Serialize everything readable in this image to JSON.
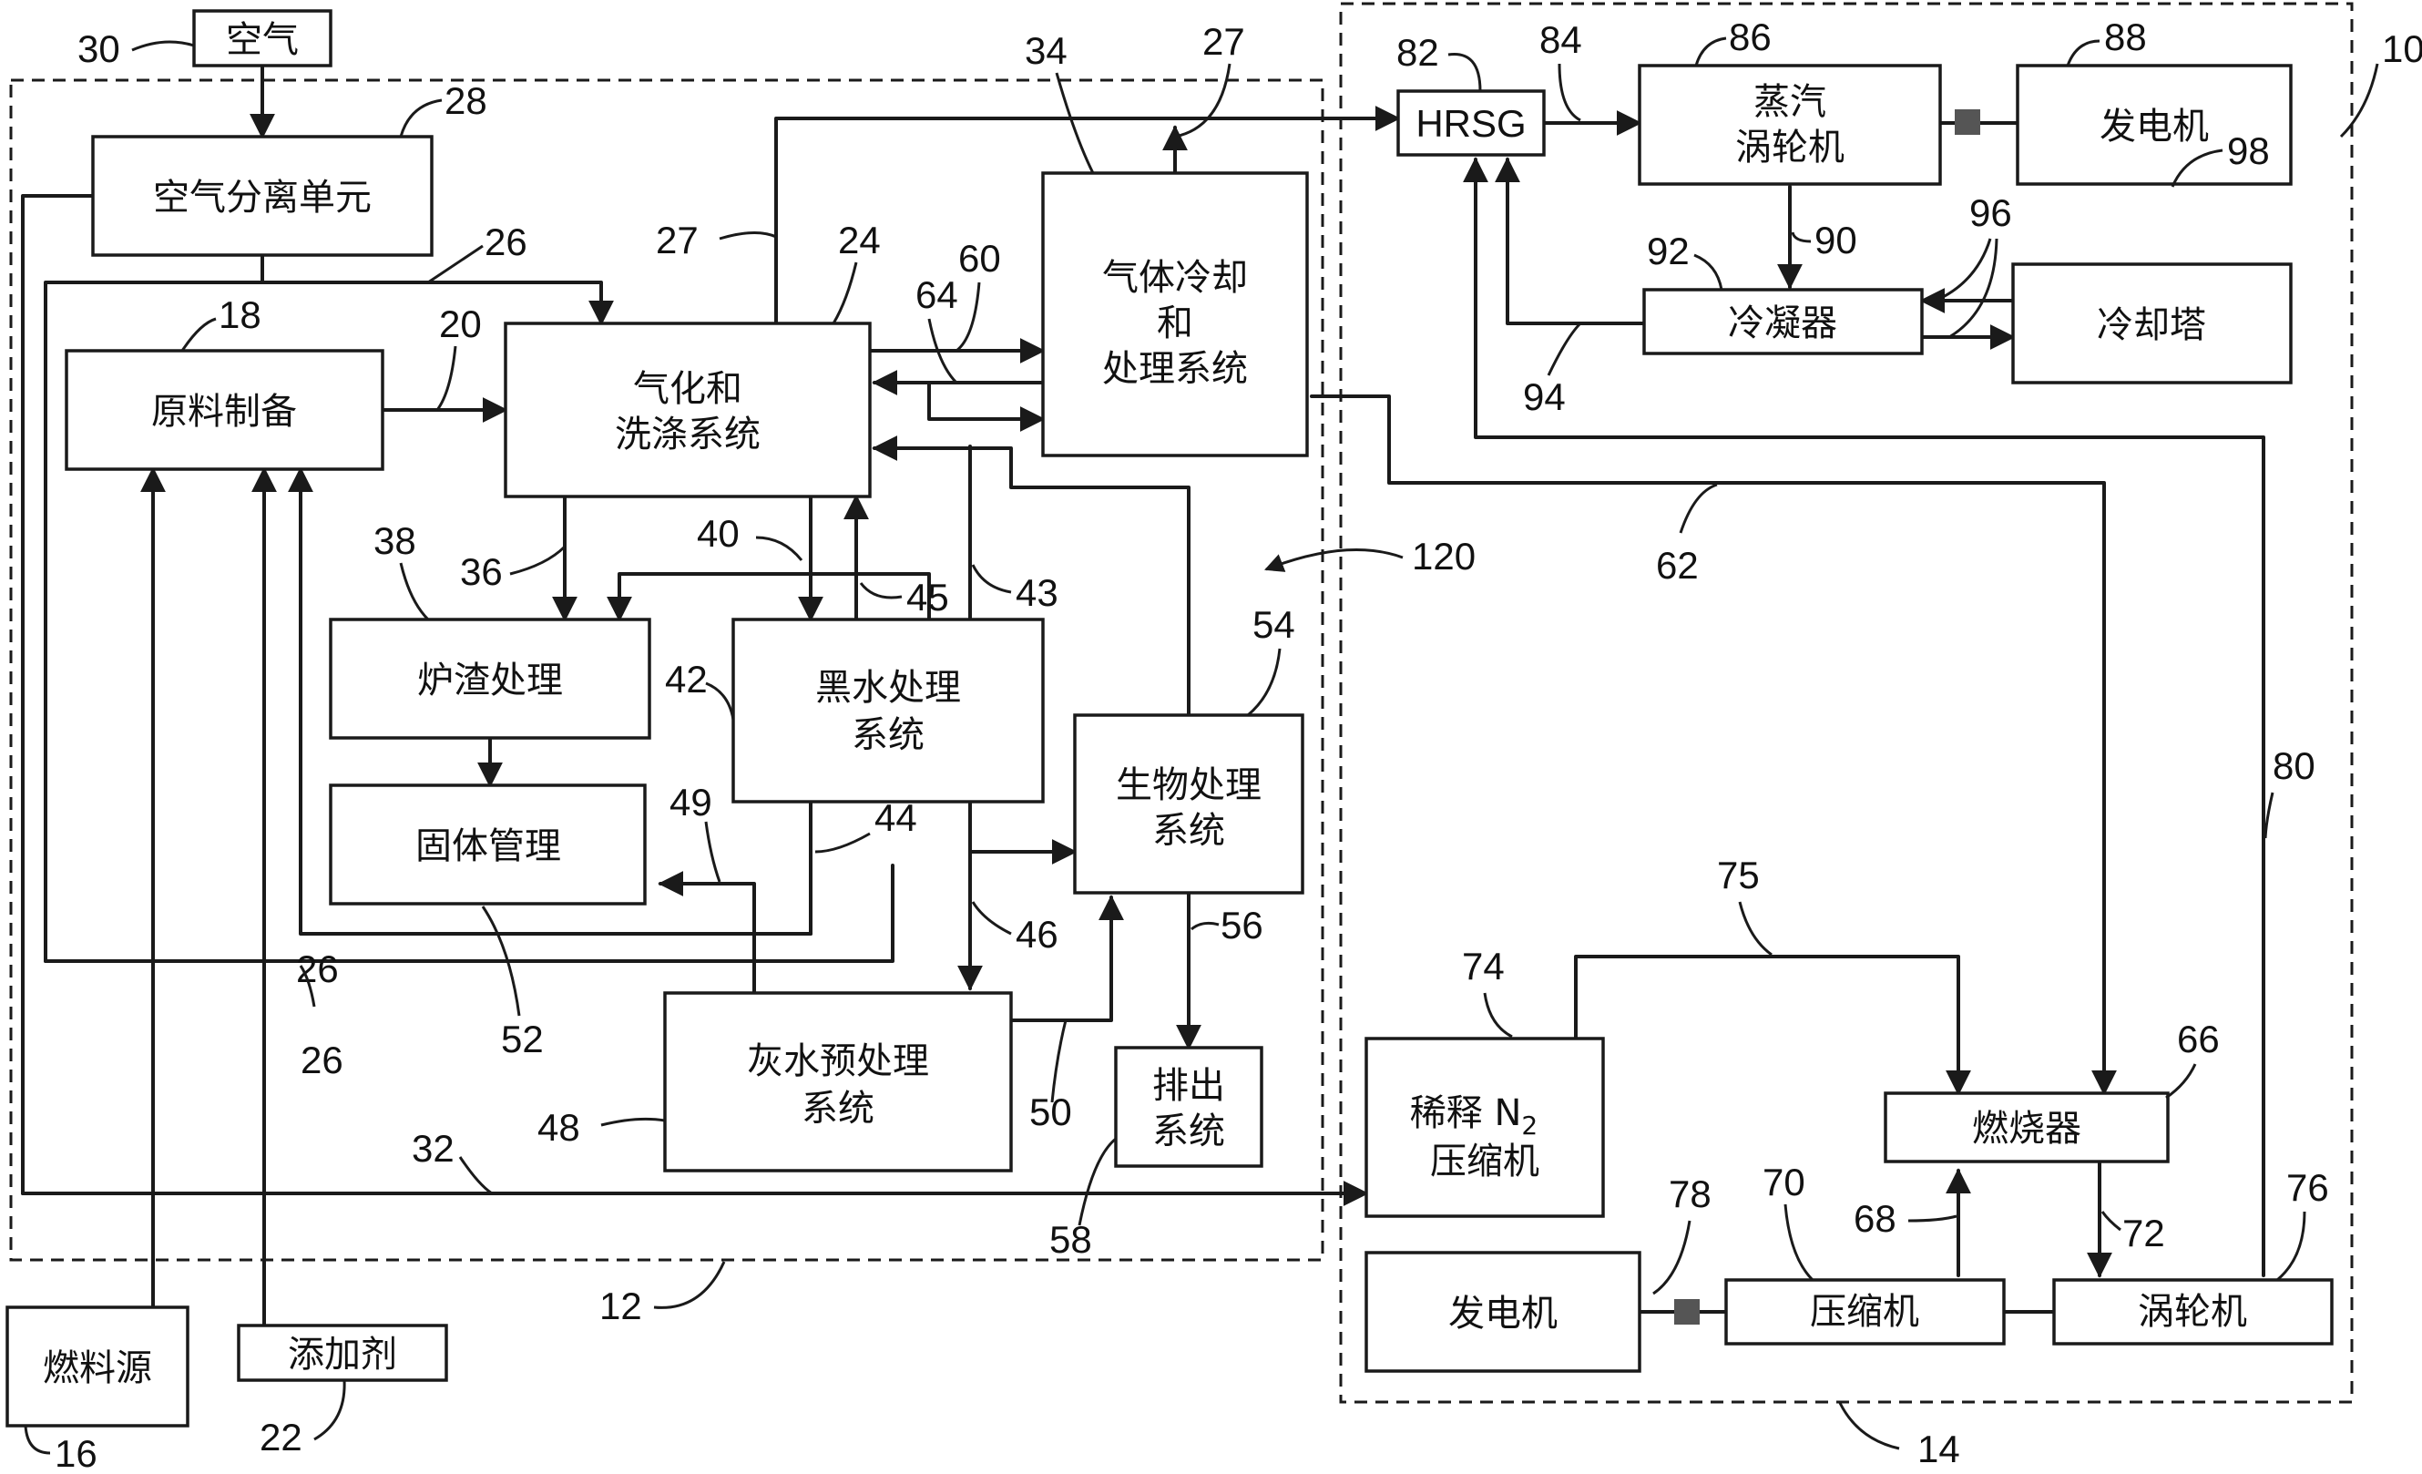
{
  "boxes": {
    "air": "空气",
    "asu": "空气分离单元",
    "feed_prep": "原料制备",
    "gasifier_1": "气化和",
    "gasifier_2": "洗涤系统",
    "gascool_1": "气体冷却",
    "gascool_2": "和",
    "gascool_3": "处理系统",
    "slag": "炉渣处理",
    "blackwater_1": "黑水处理",
    "blackwater_2": "系统",
    "solids": "固体管理",
    "bio_1": "生物处理",
    "bio_2": "系统",
    "greywater_1": "灰水预处理",
    "greywater_2": "系统",
    "discharge_1": "排出",
    "discharge_2": "系统",
    "fuel_source": "燃料源",
    "additive": "添加剂",
    "hrsg": "HRSG",
    "steam_turbine_1": "蒸汽",
    "steam_turbine_2": "涡轮机",
    "generator_top": "发电机",
    "condenser": "冷凝器",
    "cooling_tower": "冷却塔",
    "n2_comp_1": "稀释 N",
    "n2_comp_sub": "2",
    "n2_comp_2": "压缩机",
    "combustor": "燃烧器",
    "generator_bottom": "发电机",
    "compressor": "压缩机",
    "gas_turbine": "涡轮机"
  },
  "refs": {
    "r10": "10",
    "r12": "12",
    "r14": "14",
    "r16": "16",
    "r18": "18",
    "r20": "20",
    "r22": "22",
    "r24": "24",
    "r26a": "26",
    "r26b": "26",
    "r26c": "26",
    "r27a": "27",
    "r27b": "27",
    "r28": "28",
    "r30": "30",
    "r32": "32",
    "r34": "34",
    "r36": "36",
    "r38": "38",
    "r40": "40",
    "r42": "42",
    "r43": "43",
    "r44": "44",
    "r45": "45",
    "r46": "46",
    "r48": "48",
    "r49": "49",
    "r50": "50",
    "r52": "52",
    "r54": "54",
    "r56": "56",
    "r58": "58",
    "r60": "60",
    "r62": "62",
    "r64": "64",
    "r66": "66",
    "r68": "68",
    "r70": "70",
    "r72": "72",
    "r74": "74",
    "r75": "75",
    "r76": "76",
    "r78": "78",
    "r80": "80",
    "r82": "82",
    "r84": "84",
    "r86": "86",
    "r88": "88",
    "r90": "90",
    "r92": "92",
    "r94": "94",
    "r96": "96",
    "r98": "98",
    "r120": "120"
  }
}
